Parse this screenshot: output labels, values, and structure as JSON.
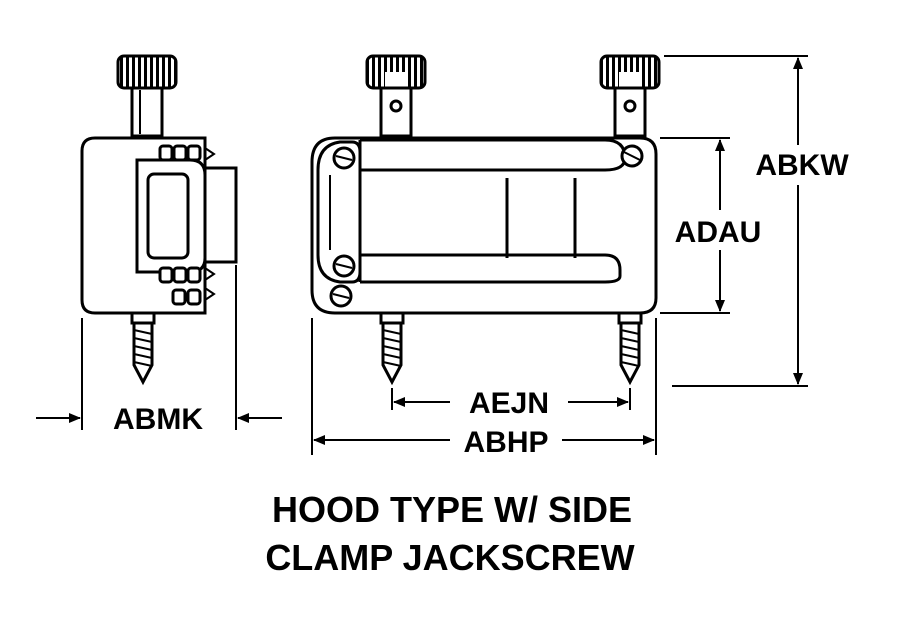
{
  "dimensions": {
    "abmk": "ABMK",
    "aejn": "AEJN",
    "abhp": "ABHP",
    "adau": "ADAU",
    "abkw": "ABKW"
  },
  "caption": {
    "line1": "HOOD TYPE W/ SIDE",
    "line2": "CLAMP JACKSCREW"
  }
}
